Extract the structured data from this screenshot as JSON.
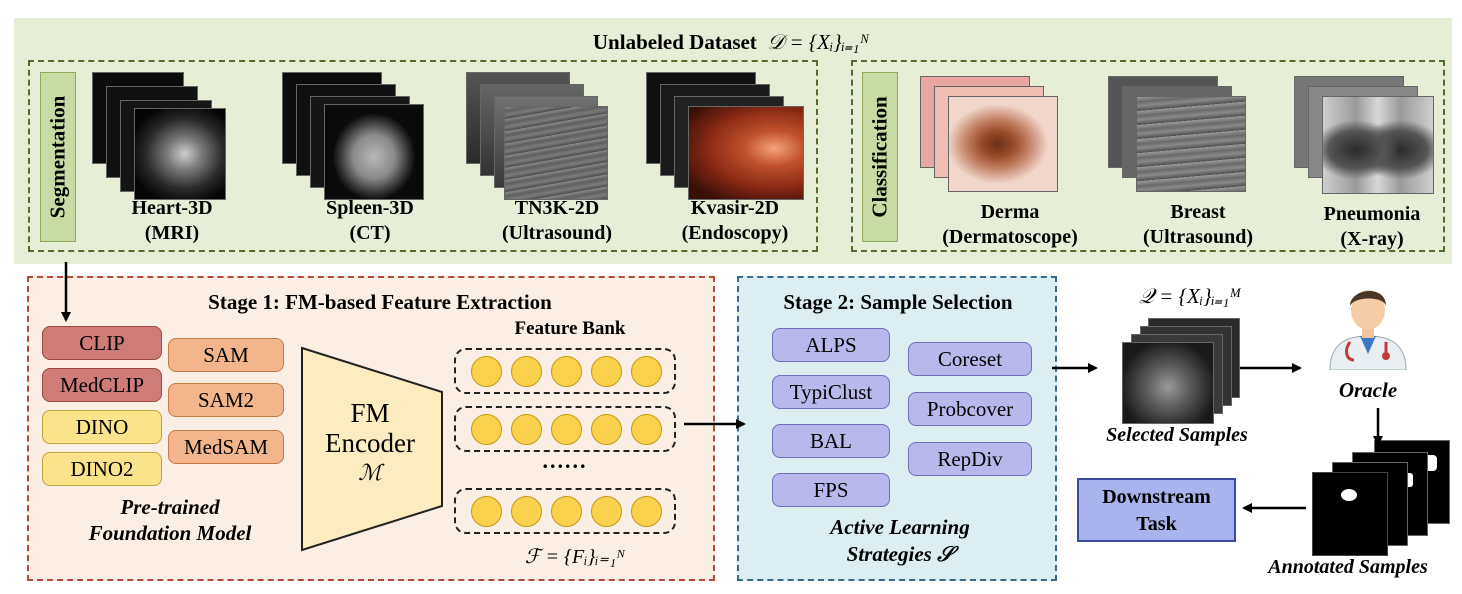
{
  "top": {
    "title": "Unlabeled Dataset",
    "title_math": "𝒟 = {Xᵢ}ᵢ₌₁ᴺ",
    "segmentation_label": "Segmentation",
    "classification_label": "Classification",
    "datasets_seg": [
      {
        "name": "Heart-3D",
        "modality": "(MRI)"
      },
      {
        "name": "Spleen-3D",
        "modality": "(CT)"
      },
      {
        "name": "TN3K-2D",
        "modality": "(Ultrasound)"
      },
      {
        "name": "Kvasir-2D",
        "modality": "(Endoscopy)"
      }
    ],
    "datasets_cls": [
      {
        "name": "Derma",
        "modality": "(Dermatoscope)"
      },
      {
        "name": "Breast",
        "modality": "(Ultrasound)"
      },
      {
        "name": "Pneumonia",
        "modality": "(X-ray)"
      }
    ]
  },
  "stage1": {
    "title": "Stage 1: FM-based Feature Extraction",
    "models_left": [
      "CLIP",
      "MedCLIP",
      "DINO",
      "DINO2"
    ],
    "models_right": [
      "SAM",
      "SAM2",
      "MedSAM"
    ],
    "models_caption_1": "Pre-trained",
    "models_caption_2": "Foundation Model",
    "encoder_line1": "FM",
    "encoder_line2": "Encoder",
    "encoder_symbol": "ℳ",
    "feature_bank_label": "Feature Bank",
    "dots": "......",
    "feature_math": "ℱ = {Fᵢ}ᵢ₌₁ᴺ"
  },
  "stage2": {
    "title": "Stage 2: Sample Selection",
    "strategies_left": [
      "ALPS",
      "TypiClust",
      "BAL",
      "FPS"
    ],
    "strategies_right": [
      "Coreset",
      "Probcover",
      "RepDiv"
    ],
    "caption_1": "Active Learning",
    "caption_2": "Strategies 𝒮"
  },
  "right": {
    "query_math": "𝒬 = {Xᵢ}ᵢ₌₁ᴹ",
    "selected_label": "Selected Samples",
    "oracle_label": "Oracle",
    "annotated_label": "Annotated Samples",
    "downstream_1": "Downstream",
    "downstream_2": "Task"
  }
}
